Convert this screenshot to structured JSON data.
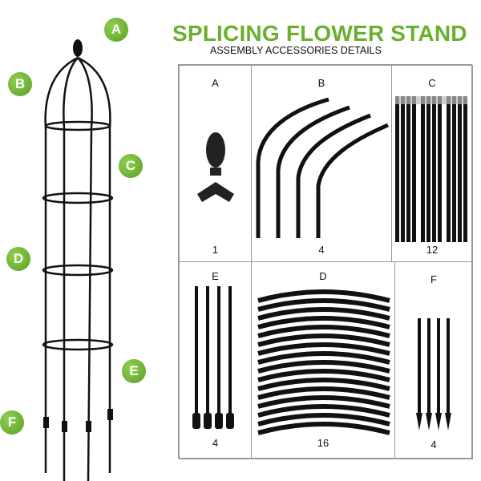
{
  "title": "SPLICING FLOWER STAND",
  "subtitle": "ASSEMBLY ACCESSORIES DETAILS",
  "accent": "#6ab02e",
  "callouts": [
    "A",
    "B",
    "C",
    "D",
    "E",
    "F"
  ],
  "parts": [
    {
      "label": "A",
      "count": "1"
    },
    {
      "label": "B",
      "count": "4"
    },
    {
      "label": "C",
      "count": "12"
    },
    {
      "label": "E",
      "count": "4"
    },
    {
      "label": "D",
      "count": "16"
    },
    {
      "label": "F",
      "count": "4"
    }
  ]
}
